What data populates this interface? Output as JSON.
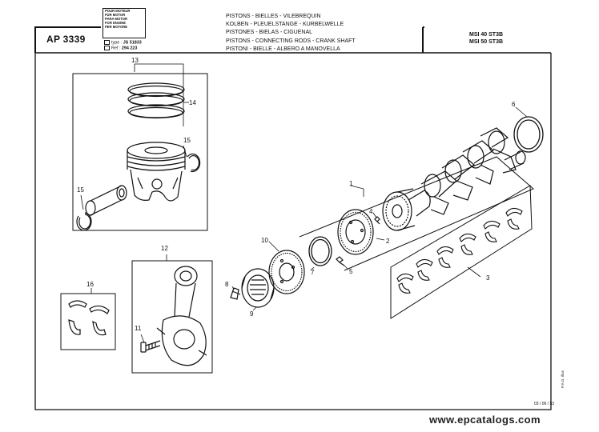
{
  "header": {
    "ap_code": "AP 3339",
    "motor_box_lines": [
      "POUR MOTEUR",
      "FÜR MOTOR",
      "PARA MOTOR",
      "FOR ENGINE",
      "PER MOTORE"
    ],
    "type_label": "type :",
    "type_value": "JS 51833",
    "ref_label": "Ref :",
    "ref_value": "294 223",
    "titles": [
      "PISTONS - BIELLES - VILEBREQUIN",
      "KOLBEN - PLEUELSTANGE - KURBELWELLE",
      "PISTONES - BIELAS - CIGUENAL",
      "PISTONS - CONNECTING RODS - CRANK SHAFT",
      "PISTONI - BIELLE - ALBERO A MANOVELLA"
    ],
    "models": [
      "MSI 40 ST3B",
      "MSI 50 ST3B"
    ]
  },
  "callouts": {
    "c1": "1",
    "c2": "2",
    "c3": "3",
    "c4": "4",
    "c5": "5",
    "c6": "6",
    "c7": "7",
    "c8": "8",
    "c9": "9",
    "c10": "10",
    "c11": "11",
    "c12": "12",
    "c13": "13",
    "c14": "14",
    "c15a": "15",
    "c15b": "15",
    "c16": "16"
  },
  "footer": {
    "date": "03 / 06 / 53",
    "side_text": "P.A.G. Illus",
    "watermark": "www.epcatalogs.com"
  }
}
